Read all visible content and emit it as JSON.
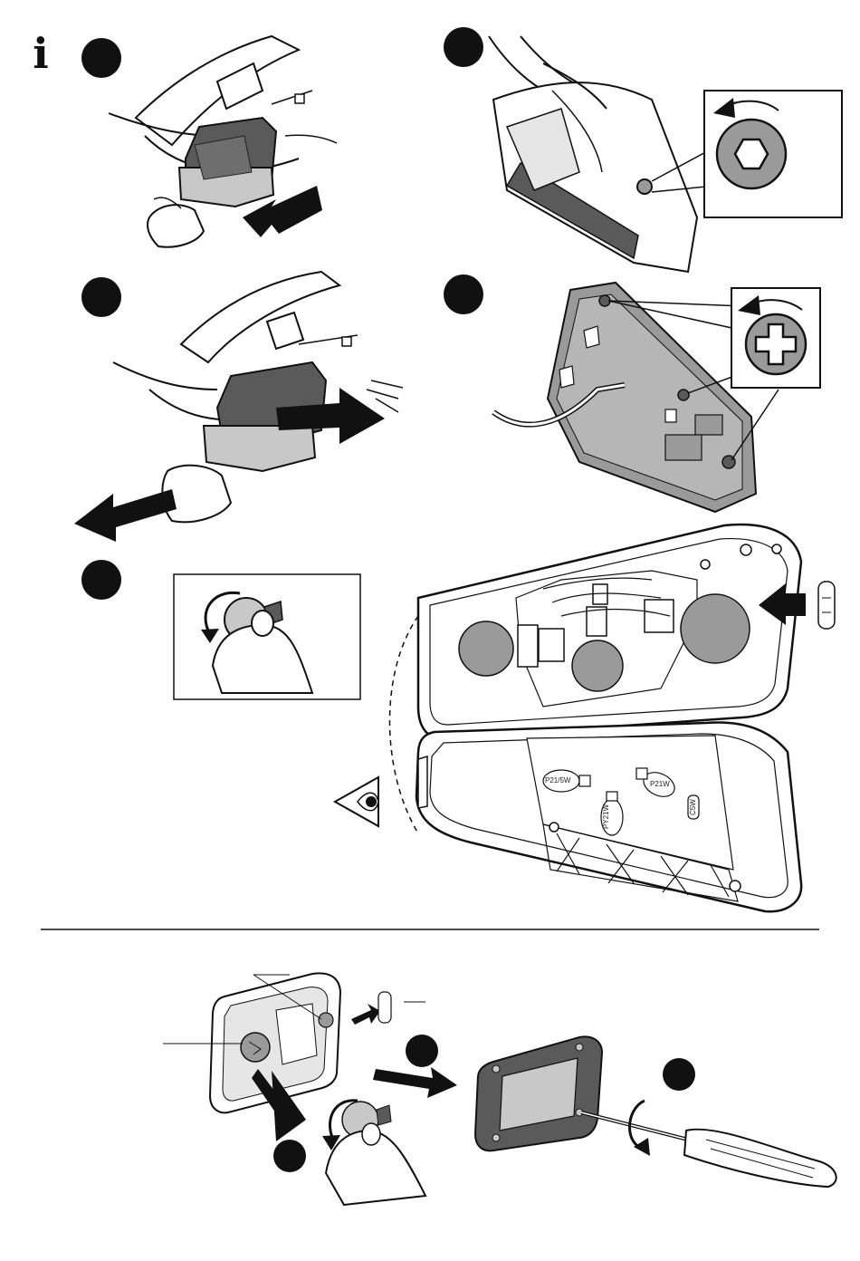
{
  "sheet": {
    "info_glyph": "i",
    "steps": [
      {
        "id": "step-1",
        "marker": "filled-circle"
      },
      {
        "id": "step-2",
        "marker": "filled-circle"
      },
      {
        "id": "step-3",
        "marker": "filled-circle"
      },
      {
        "id": "step-4",
        "marker": "filled-circle"
      },
      {
        "id": "step-5",
        "marker": "filled-circle"
      }
    ],
    "bulbs": {
      "inner_labels": [
        "P21/5W",
        "P21W",
        "PY21W",
        "C5W"
      ]
    },
    "bottom_markers": [
      "filled-circle",
      "filled-circle",
      "filled-circle"
    ]
  },
  "colors": {
    "ink": "#111111",
    "fill_dark": "#5a5a5a",
    "fill_mid": "#9a9a9a",
    "fill_light": "#c8c8c8",
    "paper": "#ffffff"
  },
  "icons": [
    "info-icon",
    "hex-bolt-icon",
    "phillips-screw-icon",
    "eye-icon",
    "rotate-ccw-arrow-icon",
    "push-arrow-icon",
    "screwdriver-icon"
  ]
}
